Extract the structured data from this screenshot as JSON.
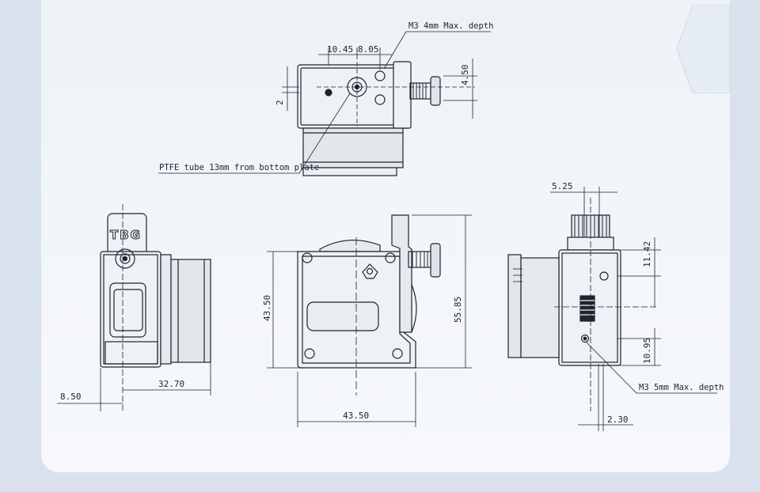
{
  "drawing": {
    "top_view": {
      "dim_a": "10.45",
      "dim_b": "8.05",
      "dim_height": "4.50",
      "dim_offset": "2",
      "note_hole": "M3 4mm Max. depth",
      "note_ptfe": "PTFE tube 13mm from bottom plate"
    },
    "left_view": {
      "logo": "TBG",
      "dim_width": "32.70",
      "dim_offset": "8.50"
    },
    "front_view": {
      "dim_height": "43.50",
      "dim_total_height": "55.85",
      "dim_width": "43.50"
    },
    "right_view": {
      "dim_top": "5.25",
      "dim_hole_top": "11.42",
      "dim_hole_bottom": "10.95",
      "dim_bottom": "2.30",
      "note_hole": "M3 5mm Max. depth"
    }
  },
  "colors": {
    "line": "#1d2430",
    "card": "#f1f4f8",
    "page": "#d9e2ec"
  }
}
